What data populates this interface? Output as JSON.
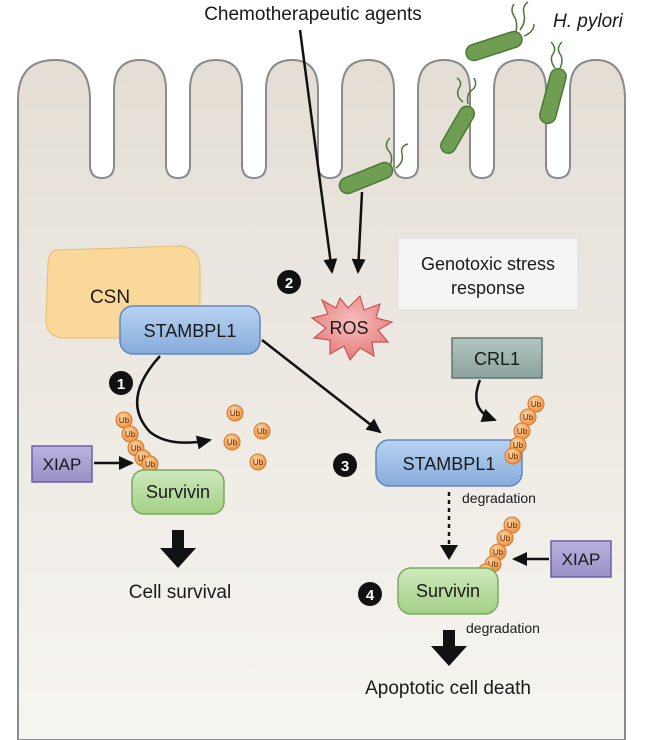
{
  "labels": {
    "chemo": "Chemotherapeutic agents",
    "hpylori": "H. pylori",
    "genotoxic_line1": "Genotoxic stress",
    "genotoxic_line2": "response",
    "csn": "CSN",
    "stambpl1_left": "STAMBPL1",
    "ros": "ROS",
    "crl1": "CRL1",
    "stambpl1_right": "STAMBPL1",
    "xiap_left": "XIAP",
    "survivin_left": "Survivin",
    "cell_survival": "Cell survival",
    "degradation_1": "degradation",
    "xiap_right": "XIAP",
    "survivin_right": "Survivin",
    "degradation_2": "degradation",
    "apoptosis": "Apoptotic cell death",
    "ub": "Ub"
  },
  "steps": [
    "1",
    "2",
    "3",
    "4"
  ],
  "colors": {
    "cell_fill": "#ece8e1",
    "cell_stroke": "#8a8a8a",
    "csn": "#f9d89a",
    "stambpl1": "#9fc0e6",
    "survivin": "#b6dc9c",
    "xiap": "#a99fd0",
    "crl1": "#9cb1ad",
    "ros": "#e8898a",
    "ub": "#f3a056",
    "bacteria": "#6f9e52"
  }
}
